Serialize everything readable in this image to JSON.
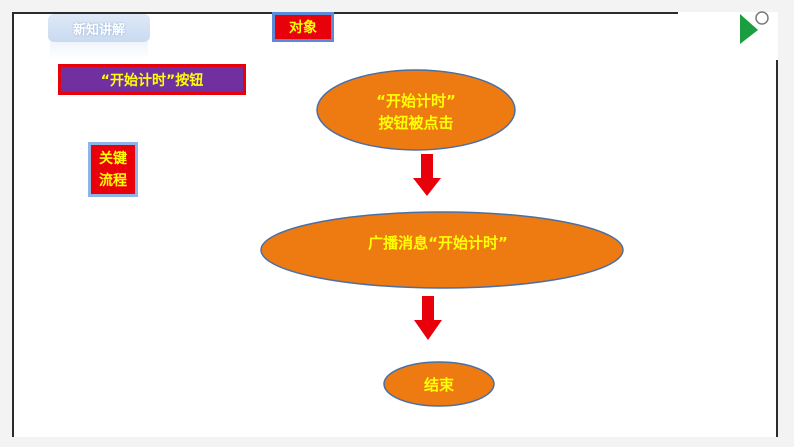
{
  "tags": {
    "new_lesson": "新知讲解",
    "object": "对象",
    "start_timer_button": "“开始计时”按钮",
    "key_flow": "关键\n流程"
  },
  "flowchart": {
    "nodes": [
      {
        "id": "clicked",
        "lines": [
          "“开始计时”",
          "按钮被点击"
        ]
      },
      {
        "id": "broadcast",
        "lines": [
          "广播消息“开始计时”"
        ]
      },
      {
        "id": "end",
        "lines": [
          "结束"
        ]
      }
    ]
  },
  "icons": {
    "play": "play-triangle-icon"
  },
  "colors": {
    "node_fill": "#ee7a12",
    "node_stroke": "#4a6fa5",
    "node_text": "#ffff00",
    "arrow": "#e8000b",
    "tag_red": "#e8000b",
    "tag_purple": "#7030a0",
    "play_green": "#1a9e3f"
  }
}
